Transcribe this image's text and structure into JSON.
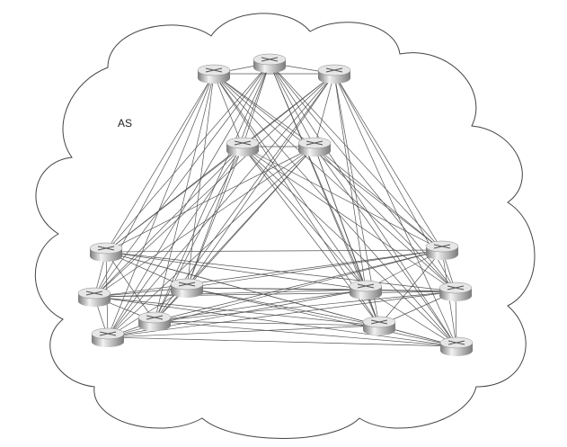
{
  "diagram": {
    "title_label": "AS",
    "description_kind": "full-mesh",
    "router_count": 15,
    "colors": {
      "line": "#555555",
      "cloud": "#333333",
      "router_light": "#f2f2f2",
      "router_dark": "#7a7a7a"
    }
  }
}
